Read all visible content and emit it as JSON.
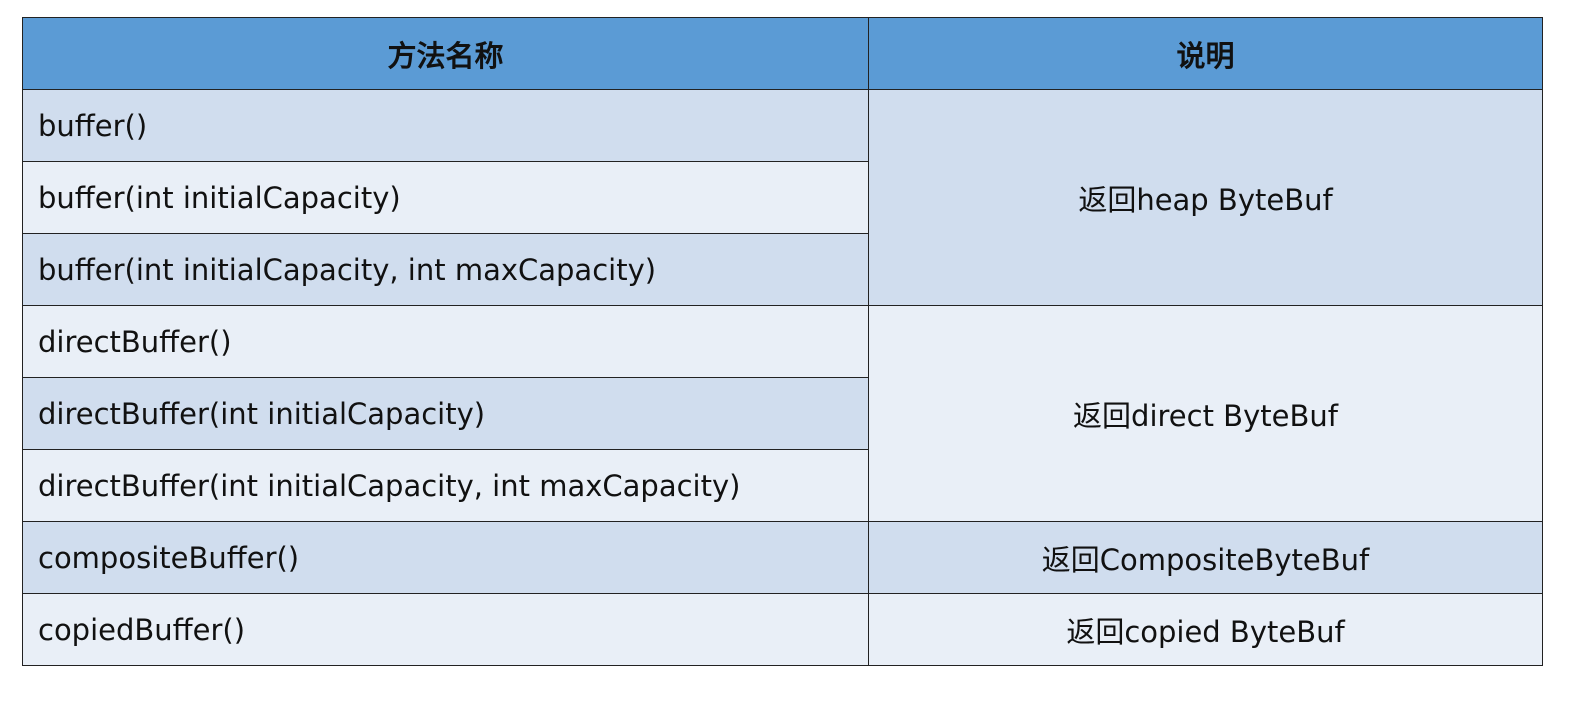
{
  "header": {
    "method_name": "方法名称",
    "description": "说明"
  },
  "rows": [
    {
      "method": "buffer()"
    },
    {
      "method": "buffer(int initialCapacity)"
    },
    {
      "method": "buffer(int initialCapacity, int maxCapacity)"
    },
    {
      "method": "directBuffer()"
    },
    {
      "method": "directBuffer(int initialCapacity)"
    },
    {
      "method": "directBuffer(int initialCapacity, int maxCapacity)"
    },
    {
      "method": "compositeBuffer()"
    },
    {
      "method": "copiedBuffer()"
    }
  ],
  "descriptions": [
    "返回heap ByteBuf",
    "返回direct ByteBuf",
    "返回CompositeByteBuf",
    "返回copied ByteBuf"
  ],
  "colors": {
    "header_bg": "#5b9bd5",
    "row_dark": "#d0ddee",
    "row_light": "#e9eff7",
    "border": "#222222"
  }
}
